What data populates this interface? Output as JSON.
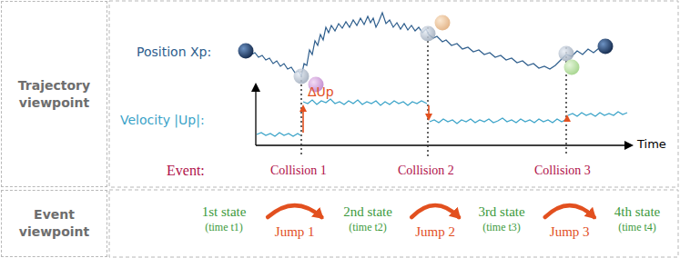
{
  "diagram": {
    "nodes": [
      {
        "text": [
          "Trajectory viewpoint"
        ]
      },
      {
        "text": [
          "Event viewpoint"
        ]
      },
      {
        "text": [
          "1st state",
          "(time t1)"
        ]
      },
      {
        "text": [
          "2nd state",
          "(time t2)"
        ]
      },
      {
        "text": [
          "3rd state",
          "(time t3)"
        ]
      },
      {
        "text": [
          "4th state",
          "(time t4)"
        ]
      }
    ],
    "edges": [
      {
        "from": 2,
        "to": 3,
        "label": "Jump 1",
        "arrow": "to"
      },
      {
        "from": 3,
        "to": 4,
        "label": "Jump 2",
        "arrow": "to"
      },
      {
        "from": 4,
        "to": 5,
        "label": "Jump 3",
        "arrow": "to"
      }
    ],
    "labels": [
      "Position Xp:",
      "Velocity |Up|:",
      "ΔUp",
      "Time",
      "Event:",
      "Collision 1",
      "Collision 2",
      "Collision 3"
    ]
  }
}
